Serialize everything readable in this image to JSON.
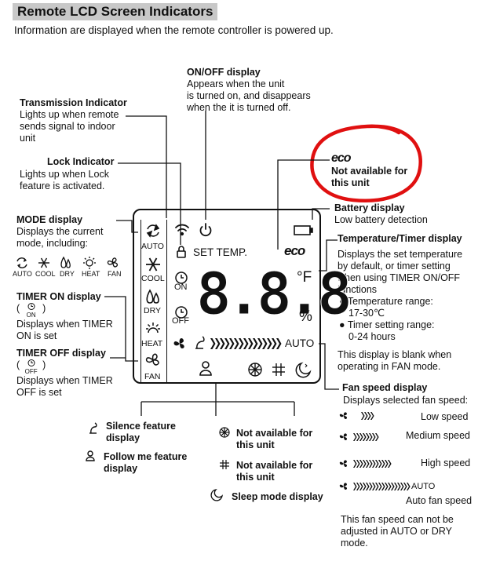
{
  "header": {
    "title": "Remote LCD Screen Indicators",
    "subtitle": "Information are displayed when the remote controller is powered up."
  },
  "callouts": {
    "onoff": {
      "title": "ON/OFF display",
      "lines": [
        "Appears when the unit",
        "is turned on, and disappears",
        "when the it is turned off."
      ]
    },
    "transmission": {
      "title": "Transmission Indicator",
      "lines": [
        "Lights up when remote",
        "sends signal to indoor",
        "unit"
      ]
    },
    "lock": {
      "title": "Lock Indicator",
      "lines": [
        "Lights up when Lock",
        "feature is activated."
      ]
    },
    "mode": {
      "title": "MODE display",
      "lines": [
        "Displays the current",
        "mode, including:"
      ]
    },
    "timer_on": {
      "title": "TIMER ON display",
      "paren_open": "(",
      "paren_close": ")",
      "lines": [
        "Displays when TIMER",
        "ON is set"
      ]
    },
    "timer_off": {
      "title": "TIMER OFF display",
      "paren_open": "(",
      "paren_close": ")",
      "lines": [
        "Displays when TIMER",
        "OFF is set"
      ]
    },
    "eco": {
      "icon_text": "eco",
      "lines": [
        "Not available for",
        "this unit"
      ]
    },
    "battery": {
      "title": "Battery display",
      "lines": [
        "Low battery detection"
      ]
    },
    "temp_timer": {
      "title": "Temperature/Timer display",
      "lines": [
        "Displays the set temperature",
        "by default, or timer setting",
        "when using TIMER ON/OFF",
        "functions"
      ],
      "bullets": [
        [
          "Temperature range:",
          "17-30℃"
        ],
        [
          "Timer setting range:",
          "0-24 hours"
        ]
      ],
      "note": [
        "This display is blank when",
        "operating in FAN mode."
      ]
    },
    "fan_speed": {
      "title": "Fan speed display",
      "intro": "Displays selected fan speed:",
      "speeds": [
        "Low speed",
        "Medium speed",
        "High speed"
      ],
      "auto_tag": "AUTO",
      "auto_label": "Auto fan speed",
      "note": [
        "This fan speed  can not be",
        "adjusted in  AUTO or DRY",
        "mode."
      ]
    }
  },
  "mode_icons": [
    "AUTO",
    "COOL",
    "DRY",
    "HEAT",
    "FAN"
  ],
  "lcd": {
    "set_temp": "SET TEMP.",
    "digits": "8.8.8",
    "unit_f": "°F",
    "unit_pct": "%",
    "on": "ON",
    "off": "OFF",
    "auto": "AUTO",
    "eco": "eco",
    "modes": [
      "AUTO",
      "COOL",
      "DRY",
      "HEAT",
      "FAN"
    ]
  },
  "bottom": {
    "silence": [
      "Silence feature",
      "display"
    ],
    "follow_me": [
      "Follow me feature",
      "display"
    ],
    "na1": [
      "Not available for",
      "this unit"
    ],
    "na2": [
      "Not available for",
      "this unit"
    ],
    "sleep": "Sleep mode display"
  },
  "colors": {
    "annotation_circle": "#e01010",
    "ink": "#111111"
  }
}
